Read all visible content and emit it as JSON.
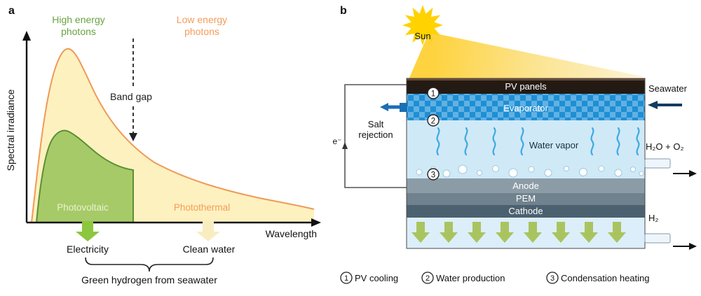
{
  "panel_a": {
    "label": "a",
    "high_energy": {
      "line1": "High energy",
      "line2": "photons"
    },
    "low_energy": {
      "line1": "Low energy",
      "line2": "photons"
    },
    "band_gap": "Band gap",
    "y_axis_label": "Spectral irradiance",
    "x_axis_label": "Wavelength",
    "green_region_label": "Photovoltaic",
    "yellow_region_label": "Photothermal",
    "electricity_label": "Electricity",
    "clean_water_label": "Clean water",
    "caption": "Green hydrogen from seawater",
    "colors": {
      "green_text": "#6aa341",
      "orange_text": "#f49c5c",
      "curve_fill": "#fdf1c0",
      "curve_stroke": "#f09a57",
      "green_fill": "#a6ca68",
      "green_stroke": "#5c8f33",
      "green_arrow": "#8dc63f",
      "yellow_arrow": "#f9edc0",
      "green_label": "#e9f2cf"
    }
  },
  "panel_b": {
    "label": "b",
    "sun_label": "Sun",
    "sun_color": "#ffd200",
    "layers": [
      {
        "name": "PV panels",
        "color": "#241a14"
      },
      {
        "name": "Evaporator",
        "color": "#1e8fd5"
      },
      {
        "name": "Water vapor",
        "color": "#cfe9f7"
      },
      {
        "name": "Anode",
        "color": "#8c9ca6"
      },
      {
        "name": "PEM",
        "color": "#70828d"
      },
      {
        "name": "Cathode",
        "color": "#4c6170"
      }
    ],
    "markers": [
      {
        "num": "1",
        "label": "PV cooling"
      },
      {
        "num": "2",
        "label": "Water production"
      },
      {
        "num": "3",
        "label": "Condensation heating"
      }
    ],
    "io": {
      "seawater": "Seawater",
      "salt_line1": "Salt",
      "salt_line2": "rejection",
      "electron": "e⁻",
      "h2o_o2": "H₂O + O₂",
      "h2": "H₂"
    }
  }
}
